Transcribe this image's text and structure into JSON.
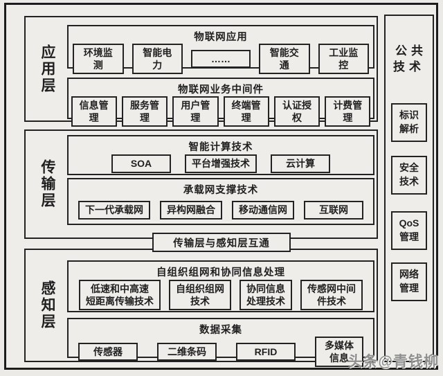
{
  "colors": {
    "ink": "#1f1f1f",
    "paper": "#efede9",
    "watermark": "#8f8f8f"
  },
  "diagram": {
    "layers": [
      {
        "label": "应用层",
        "panels": [
          {
            "title": "物联网应用",
            "items": [
              "环境监测",
              "智能电力",
              "……",
              "智能交通",
              "工业监控"
            ]
          },
          {
            "title": "物联网业务中间件",
            "items": [
              "信息管理",
              "服务管理",
              "用户管理",
              "终端管理",
              "认证授权",
              "计费管理"
            ]
          }
        ]
      },
      {
        "label": "传输层",
        "panels": [
          {
            "title": "智能计算技术",
            "items": [
              "SOA",
              "平台增强技术",
              "云计算"
            ]
          },
          {
            "title": "承载网支撑技术",
            "items": [
              "下一代承载网",
              "异构网融合",
              "移动通信网",
              "互联网"
            ]
          }
        ]
      },
      {
        "label": "感知层",
        "panels": [
          {
            "title": "自组织组网和协同信息处理",
            "items": [
              "低速和中高速\n短距离传输技术",
              "自组织组网\n技术",
              "协同信息\n处理技术",
              "传感网中间\n件技术"
            ]
          },
          {
            "title": "数据采集",
            "items": [
              "传感器",
              "二维条码",
              "RFID",
              "多媒体信息"
            ]
          }
        ]
      }
    ],
    "bridge": "传输层与感知层互通",
    "common": {
      "title": "公共\n技术",
      "items": [
        "标识\n解析",
        "安全\n技术",
        "QoS\n管理",
        "网络\n管理"
      ]
    },
    "watermark": "头条@青钱柳"
  }
}
